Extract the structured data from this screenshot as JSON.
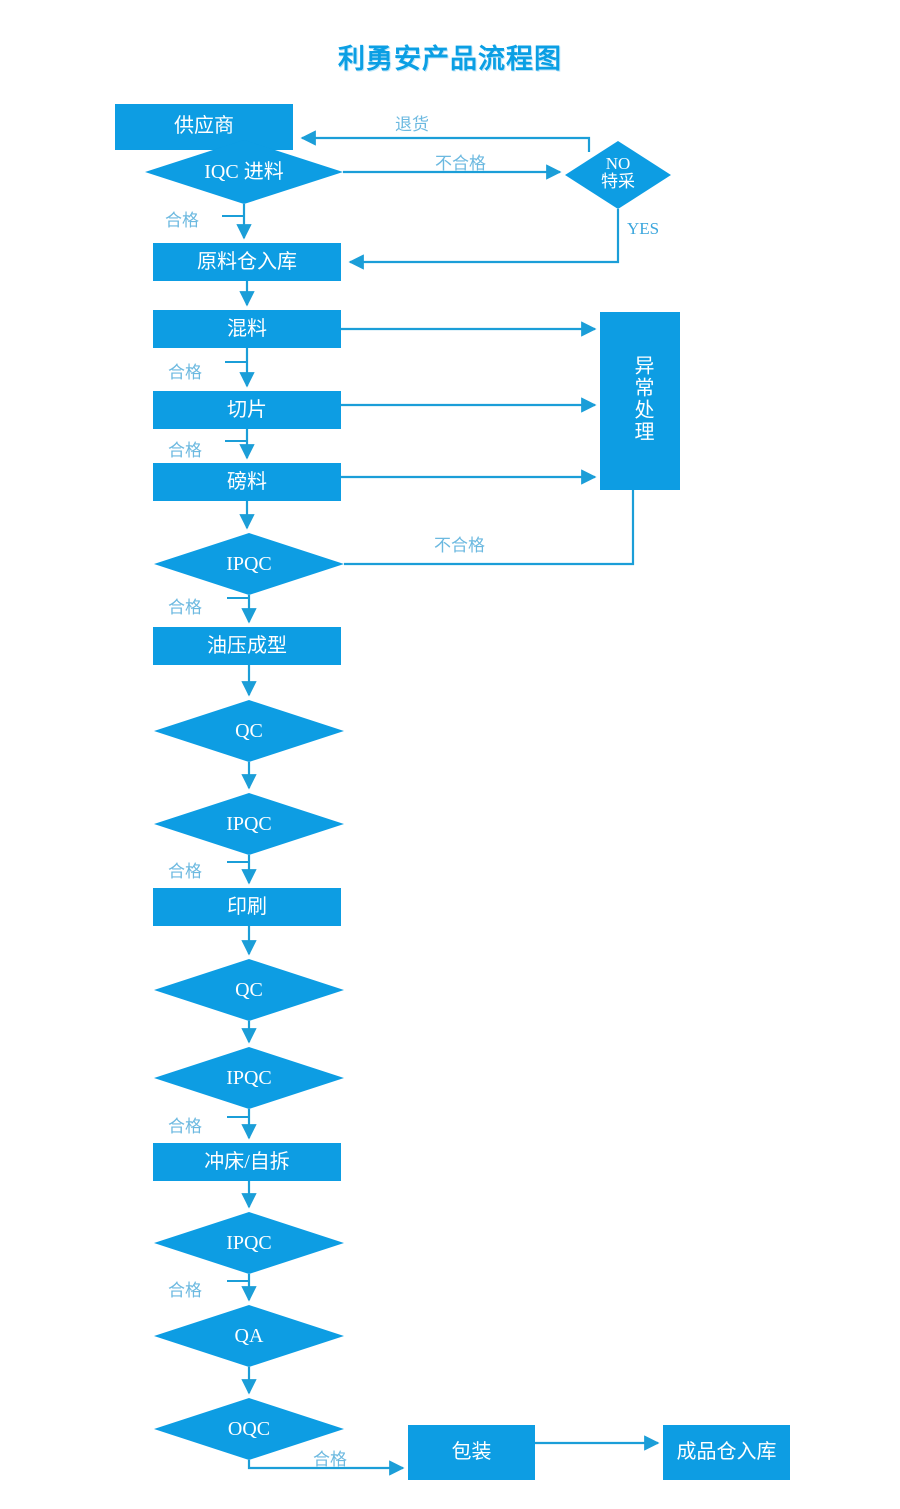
{
  "title": "利勇安产品流程图",
  "theme": {
    "fill": "#0d9de3",
    "stroke": "#1b9ed8",
    "label_color": "#6cb9e0",
    "title_color": "#0b9fe4",
    "node_text_color": "#ffffff",
    "background": "#ffffff"
  },
  "nodes": {
    "supplier": {
      "label": "供应商",
      "shape": "rect"
    },
    "iqc": {
      "label": "IQC 进料",
      "shape": "diamond"
    },
    "special_purchase": {
      "label_line1": "NO",
      "label_line2": "特采",
      "shape": "diamond"
    },
    "raw_warehouse": {
      "label": "原料仓入库",
      "shape": "rect"
    },
    "mixing": {
      "label": "混料",
      "shape": "rect"
    },
    "slicing": {
      "label": "切片",
      "shape": "rect"
    },
    "weighing": {
      "label": "磅料",
      "shape": "rect"
    },
    "exception": {
      "label": "异常处理",
      "shape": "rect"
    },
    "ipqc1": {
      "label": "IPQC",
      "shape": "diamond"
    },
    "hydraulic": {
      "label": "油压成型",
      "shape": "rect"
    },
    "qc1": {
      "label": "QC",
      "shape": "diamond"
    },
    "ipqc2": {
      "label": "IPQC",
      "shape": "diamond"
    },
    "printing": {
      "label": "印刷",
      "shape": "rect"
    },
    "qc2": {
      "label": "QC",
      "shape": "diamond"
    },
    "ipqc3": {
      "label": "IPQC",
      "shape": "diamond"
    },
    "punch": {
      "label": "冲床/自拆",
      "shape": "rect"
    },
    "ipqc4": {
      "label": "IPQC",
      "shape": "diamond"
    },
    "qa": {
      "label": "QA",
      "shape": "diamond"
    },
    "oqc": {
      "label": "OQC",
      "shape": "diamond"
    },
    "packaging": {
      "label": "包装",
      "shape": "rect"
    },
    "finished_warehouse": {
      "label": "成品仓入库",
      "shape": "rect"
    }
  },
  "edge_labels": {
    "return_goods": "退货",
    "fail_iqc": "不合格",
    "yes": "YES",
    "pass_iqc": "合格",
    "pass_mixing": "合格",
    "pass_slicing": "合格",
    "fail_ipqc1": "不合格",
    "pass_ipqc1": "合格",
    "pass_ipqc2": "合格",
    "pass_ipqc3": "合格",
    "pass_ipqc4": "合格",
    "pass_oqc": "合格"
  }
}
